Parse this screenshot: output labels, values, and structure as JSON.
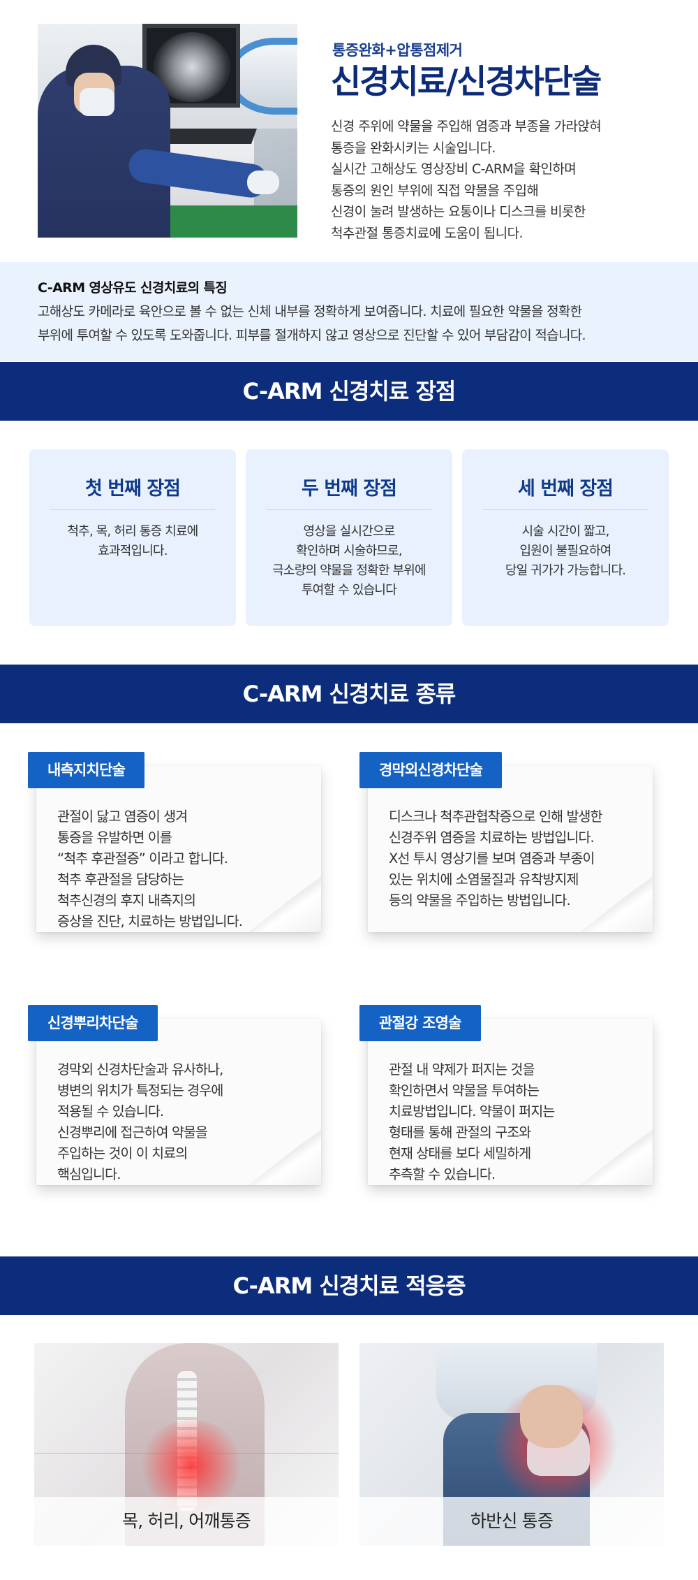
{
  "intro": {
    "subtitle": "통증완화+압통점제거",
    "title": "신경치료/신경차단술",
    "desc": [
      "신경 주위에 약물을 주입해 염증과 부종을 가라앉혀",
      "통증을 완화시키는 시술입니다.",
      "실시간 고해상도 영상장비 C-ARM을 확인하며",
      "통증의 원인 부위에 직접 약물을 주입해",
      "신경이 눌려 발생하는 요통이나 디스크를 비롯한",
      "척추관절 통증치료에 도움이 됩니다."
    ]
  },
  "feature": {
    "title": "C-ARM 영상유도 신경치료의 특징",
    "lines": [
      "고해상도 카메라로 육안으로 볼 수 없는 신체 내부를 정확하게 보여줍니다. 치료에 필요한 약물을 정확한",
      "부위에 투여할 수 있도록 도와줍니다. 피부를 절개하지 않고 영상으로 진단할 수 있어 부담감이 적습니다."
    ]
  },
  "sections": {
    "advantages": "C-ARM 신경치료 장점",
    "types": "C-ARM 신경치료 종류",
    "indications": "C-ARM 신경치료 적응증"
  },
  "advantages": [
    {
      "title": "첫 번째 장점",
      "lines": [
        "척추, 목, 허리 통증 치료에",
        "효과적입니다."
      ]
    },
    {
      "title": "두 번째 장점",
      "lines": [
        "영상을 실시간으로",
        "확인하며 시술하므로,",
        "극소량의 약물을 정확한 부위에",
        "투여할 수 있습니다"
      ]
    },
    {
      "title": "세 번째 장점",
      "lines": [
        "시술 시간이 짧고,",
        "입원이 불필요하여",
        "당일 귀가가 가능합니다."
      ]
    }
  ],
  "types": [
    {
      "tag": "내측지치단술",
      "lines": [
        "관절이 닳고 염증이 생겨",
        "통증을 유발하면 이를",
        "“척추 후관절증” 이라고 합니다.",
        "척추 후관절을 담당하는",
        "척추신경의 후지 내측지의",
        "증상을 진단, 치료하는 방법입니다."
      ]
    },
    {
      "tag": "경막외신경차단술",
      "lines": [
        "디스크나 척추관협착증으로 인해 발생한",
        "신경주위 염증을 치료하는 방법입니다.",
        "X선 투시 영상기를 보며 염증과 부종이",
        "있는 위치에 소염물질과 유착방지제",
        "등의 약물을 주입하는 방법입니다."
      ]
    },
    {
      "tag": "신경뿌리차단술",
      "lines": [
        "경막외 신경차단술과 유사하나,",
        "병변의 위치가 특정되는 경우에",
        "적용될 수 있습니다.",
        "신경뿌리에 접근하여 약물을",
        "주입하는 것이 이 치료의",
        "핵심입니다."
      ]
    },
    {
      "tag": "관절강 조영술",
      "lines": [
        "관절 내 약제가 퍼지는 것을",
        "확인하면서 약물을 투여하는",
        "치료방법입니다. 약물이 퍼지는",
        "형태를 통해 관절의 구조와",
        "현재 상태를 보다 세밀하게",
        "추측할 수 있습니다."
      ]
    }
  ],
  "indications": [
    {
      "caption": "목, 허리, 어깨통증"
    },
    {
      "caption": "하반신 통증"
    }
  ]
}
